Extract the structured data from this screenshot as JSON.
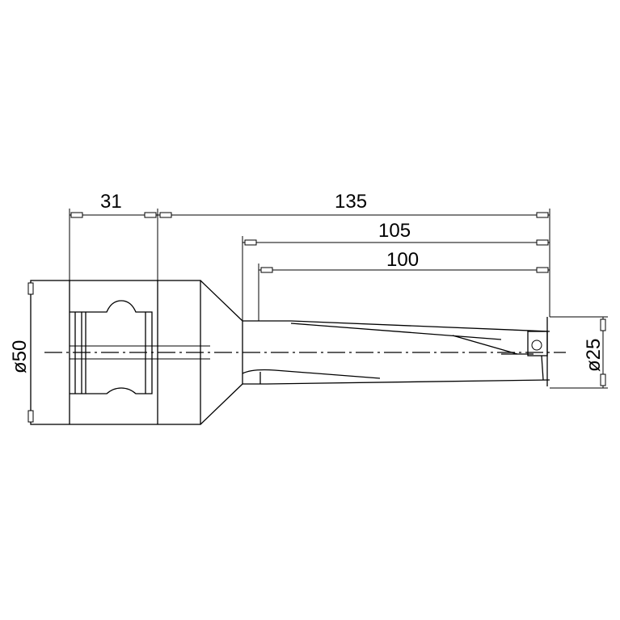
{
  "dimensions": {
    "shank_length": "31",
    "overall_length": "135",
    "body_length_105": "105",
    "body_length_100": "100",
    "shank_diameter": "ø50",
    "drill_diameter": "ø25"
  }
}
